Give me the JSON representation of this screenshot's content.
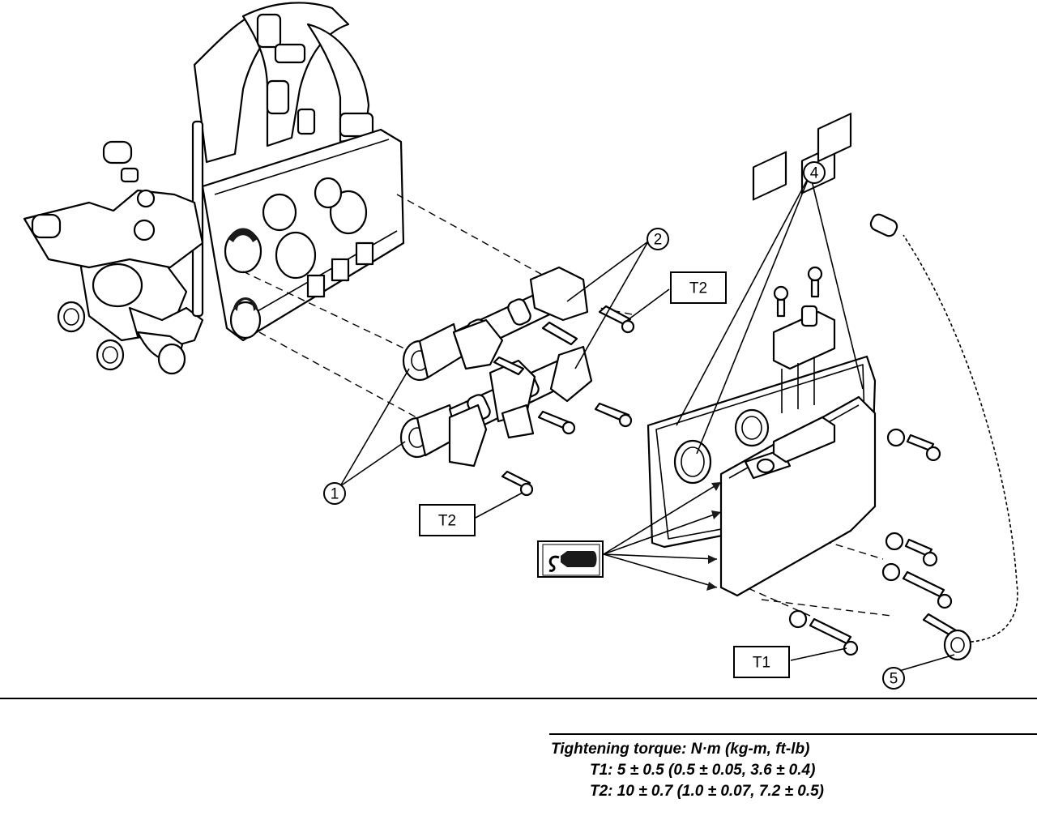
{
  "callouts": [
    {
      "label": "1"
    },
    {
      "label": "2"
    },
    {
      "label": "4"
    },
    {
      "label": "5"
    }
  ],
  "torque_boxes": {
    "t2_upper": "T2",
    "t2_lower": "T2",
    "t1": "T1"
  },
  "sealant_symbol": "sealant-tube-icon",
  "notes": {
    "heading": "Tightening torque: N·m (kg-m, ft-lb)",
    "t1": "T1: 5 ± 0.5 (0.5 ± 0.05, 3.6 ± 0.4)",
    "t2": "T2: 10 ± 0.7 (1.0 ± 0.07, 7.2 ± 0.5)"
  }
}
